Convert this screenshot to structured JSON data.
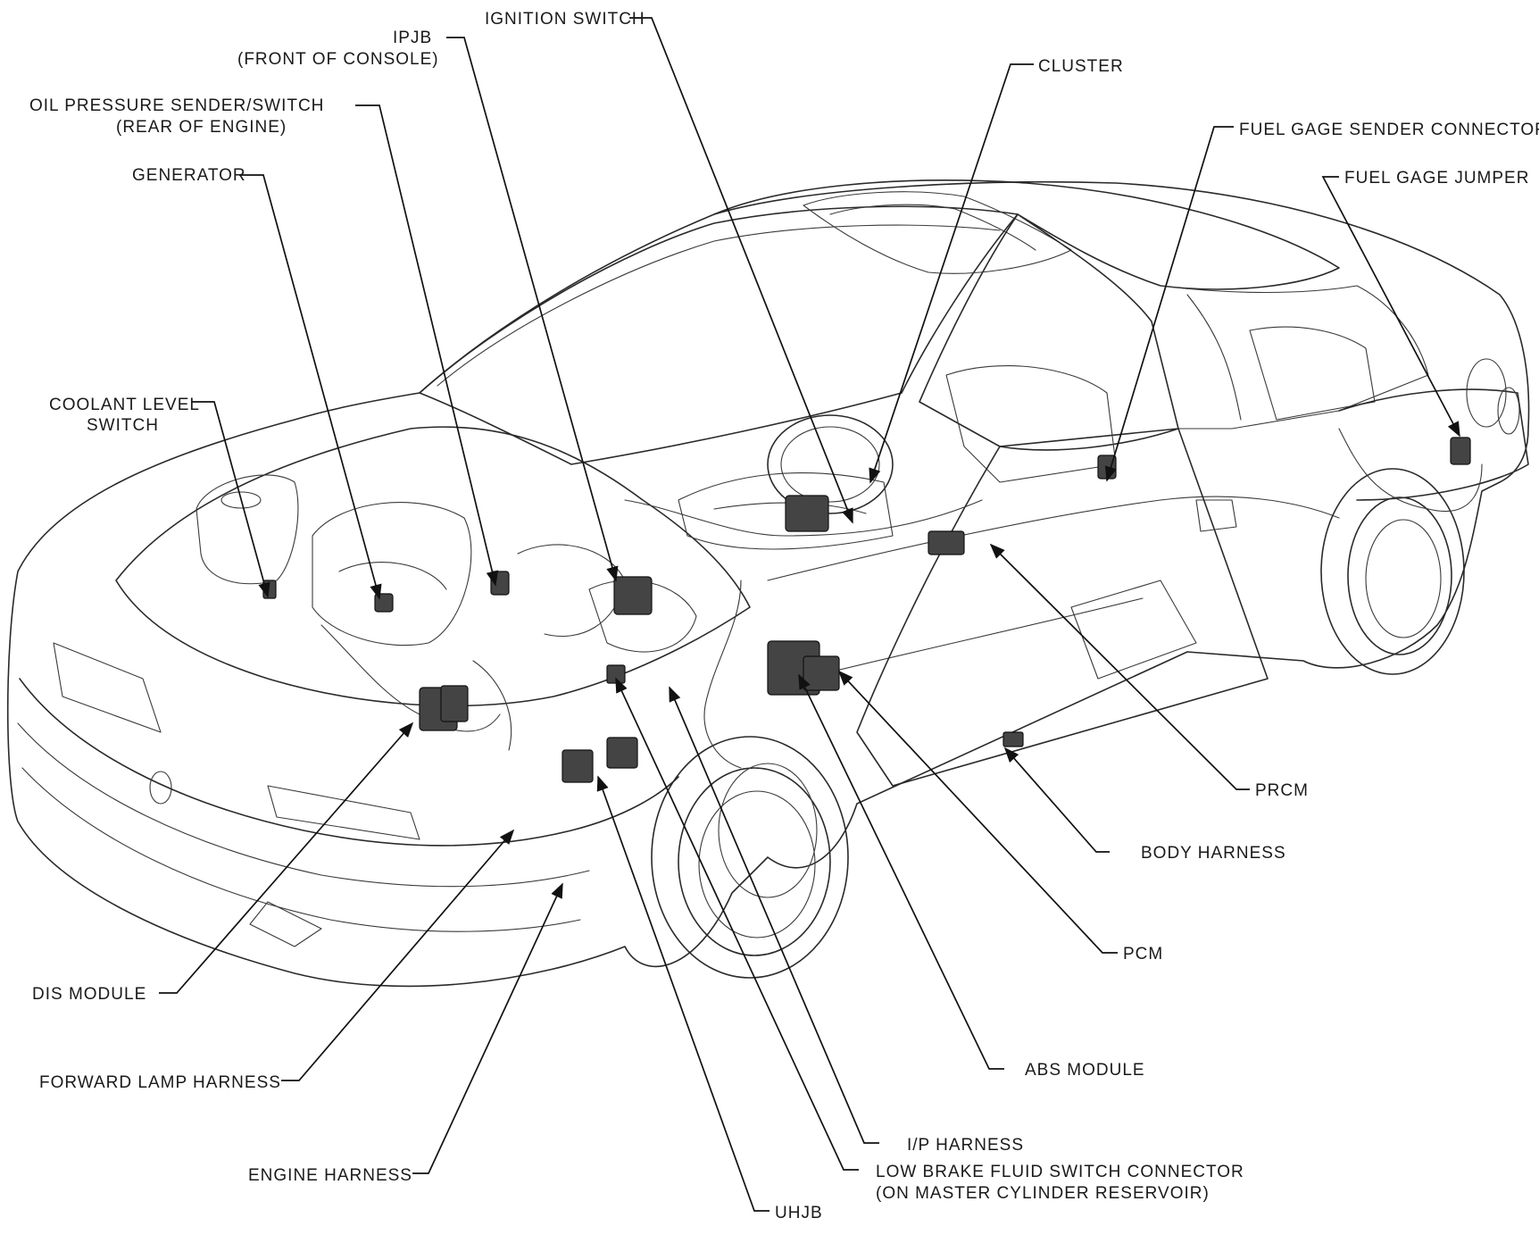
{
  "callouts": {
    "ignition_switch": "IGNITION SWITCH",
    "ipjb": "IPJB",
    "ipjb_note": "(FRONT OF CONSOLE)",
    "oil_pressure_sender": "OIL PRESSURE SENDER/SWITCH",
    "oil_pressure_sender_note": "(REAR OF ENGINE)",
    "generator": "GENERATOR",
    "cluster": "CLUSTER",
    "fuel_gage_sender_connector": "FUEL GAGE SENDER CONNECTOR",
    "fuel_gage_jumper": "FUEL GAGE JUMPER",
    "coolant_level_switch_1": "COOLANT LEVEL",
    "coolant_level_switch_2": "SWITCH",
    "prcm": "PRCM",
    "body_harness": "BODY HARNESS",
    "pcm": "PCM",
    "dis_module": "DIS MODULE",
    "forward_lamp_harness": "FORWARD LAMP HARNESS",
    "abs_module": "ABS MODULE",
    "ip_harness": "I/P HARNESS",
    "engine_harness": "ENGINE HARNESS",
    "low_brake_fluid_switch_connector": "LOW BRAKE FLUID SWITCH CONNECTOR",
    "low_brake_fluid_switch_note": "(ON MASTER CYLINDER RESERVOIR)",
    "uhjb": "UHJB"
  }
}
